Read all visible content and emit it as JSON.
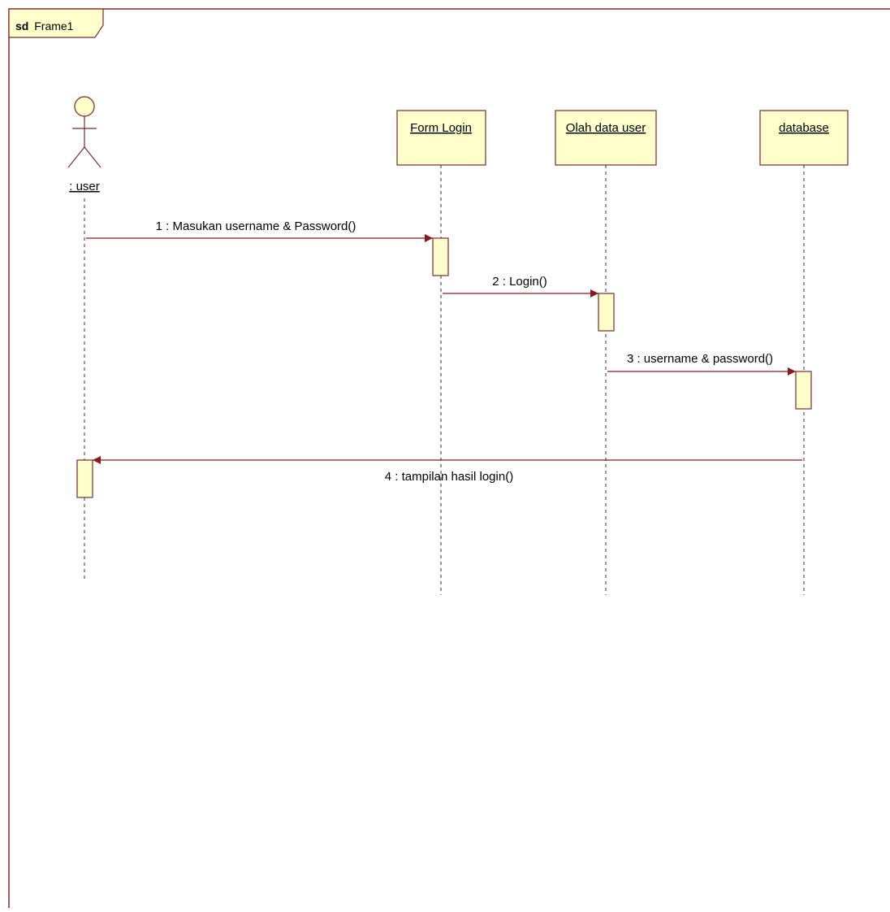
{
  "frame": {
    "keyword": "sd",
    "name": "Frame1"
  },
  "lifelines": [
    {
      "id": "user",
      "label": ": user",
      "kind": "actor"
    },
    {
      "id": "form",
      "label": "Form Login",
      "kind": "object"
    },
    {
      "id": "olah",
      "label": "Olah data user",
      "kind": "object"
    },
    {
      "id": "db",
      "label": "database",
      "kind": "object"
    }
  ],
  "messages": [
    {
      "from": "user",
      "to": "form",
      "label": "1 : Masukan username & Password()"
    },
    {
      "from": "form",
      "to": "olah",
      "label": "2 : Login()"
    },
    {
      "from": "olah",
      "to": "db",
      "label": "3 : username & password()"
    },
    {
      "from": "db",
      "to": "user",
      "label": "4 : tampilan hasil login()"
    }
  ],
  "colors": {
    "frame_border": "#7b2a2a",
    "message_line": "#8b1a1a",
    "box_fill": "#ffffcc",
    "box_border": "#7b2a2a",
    "lifeline": "#333333"
  }
}
